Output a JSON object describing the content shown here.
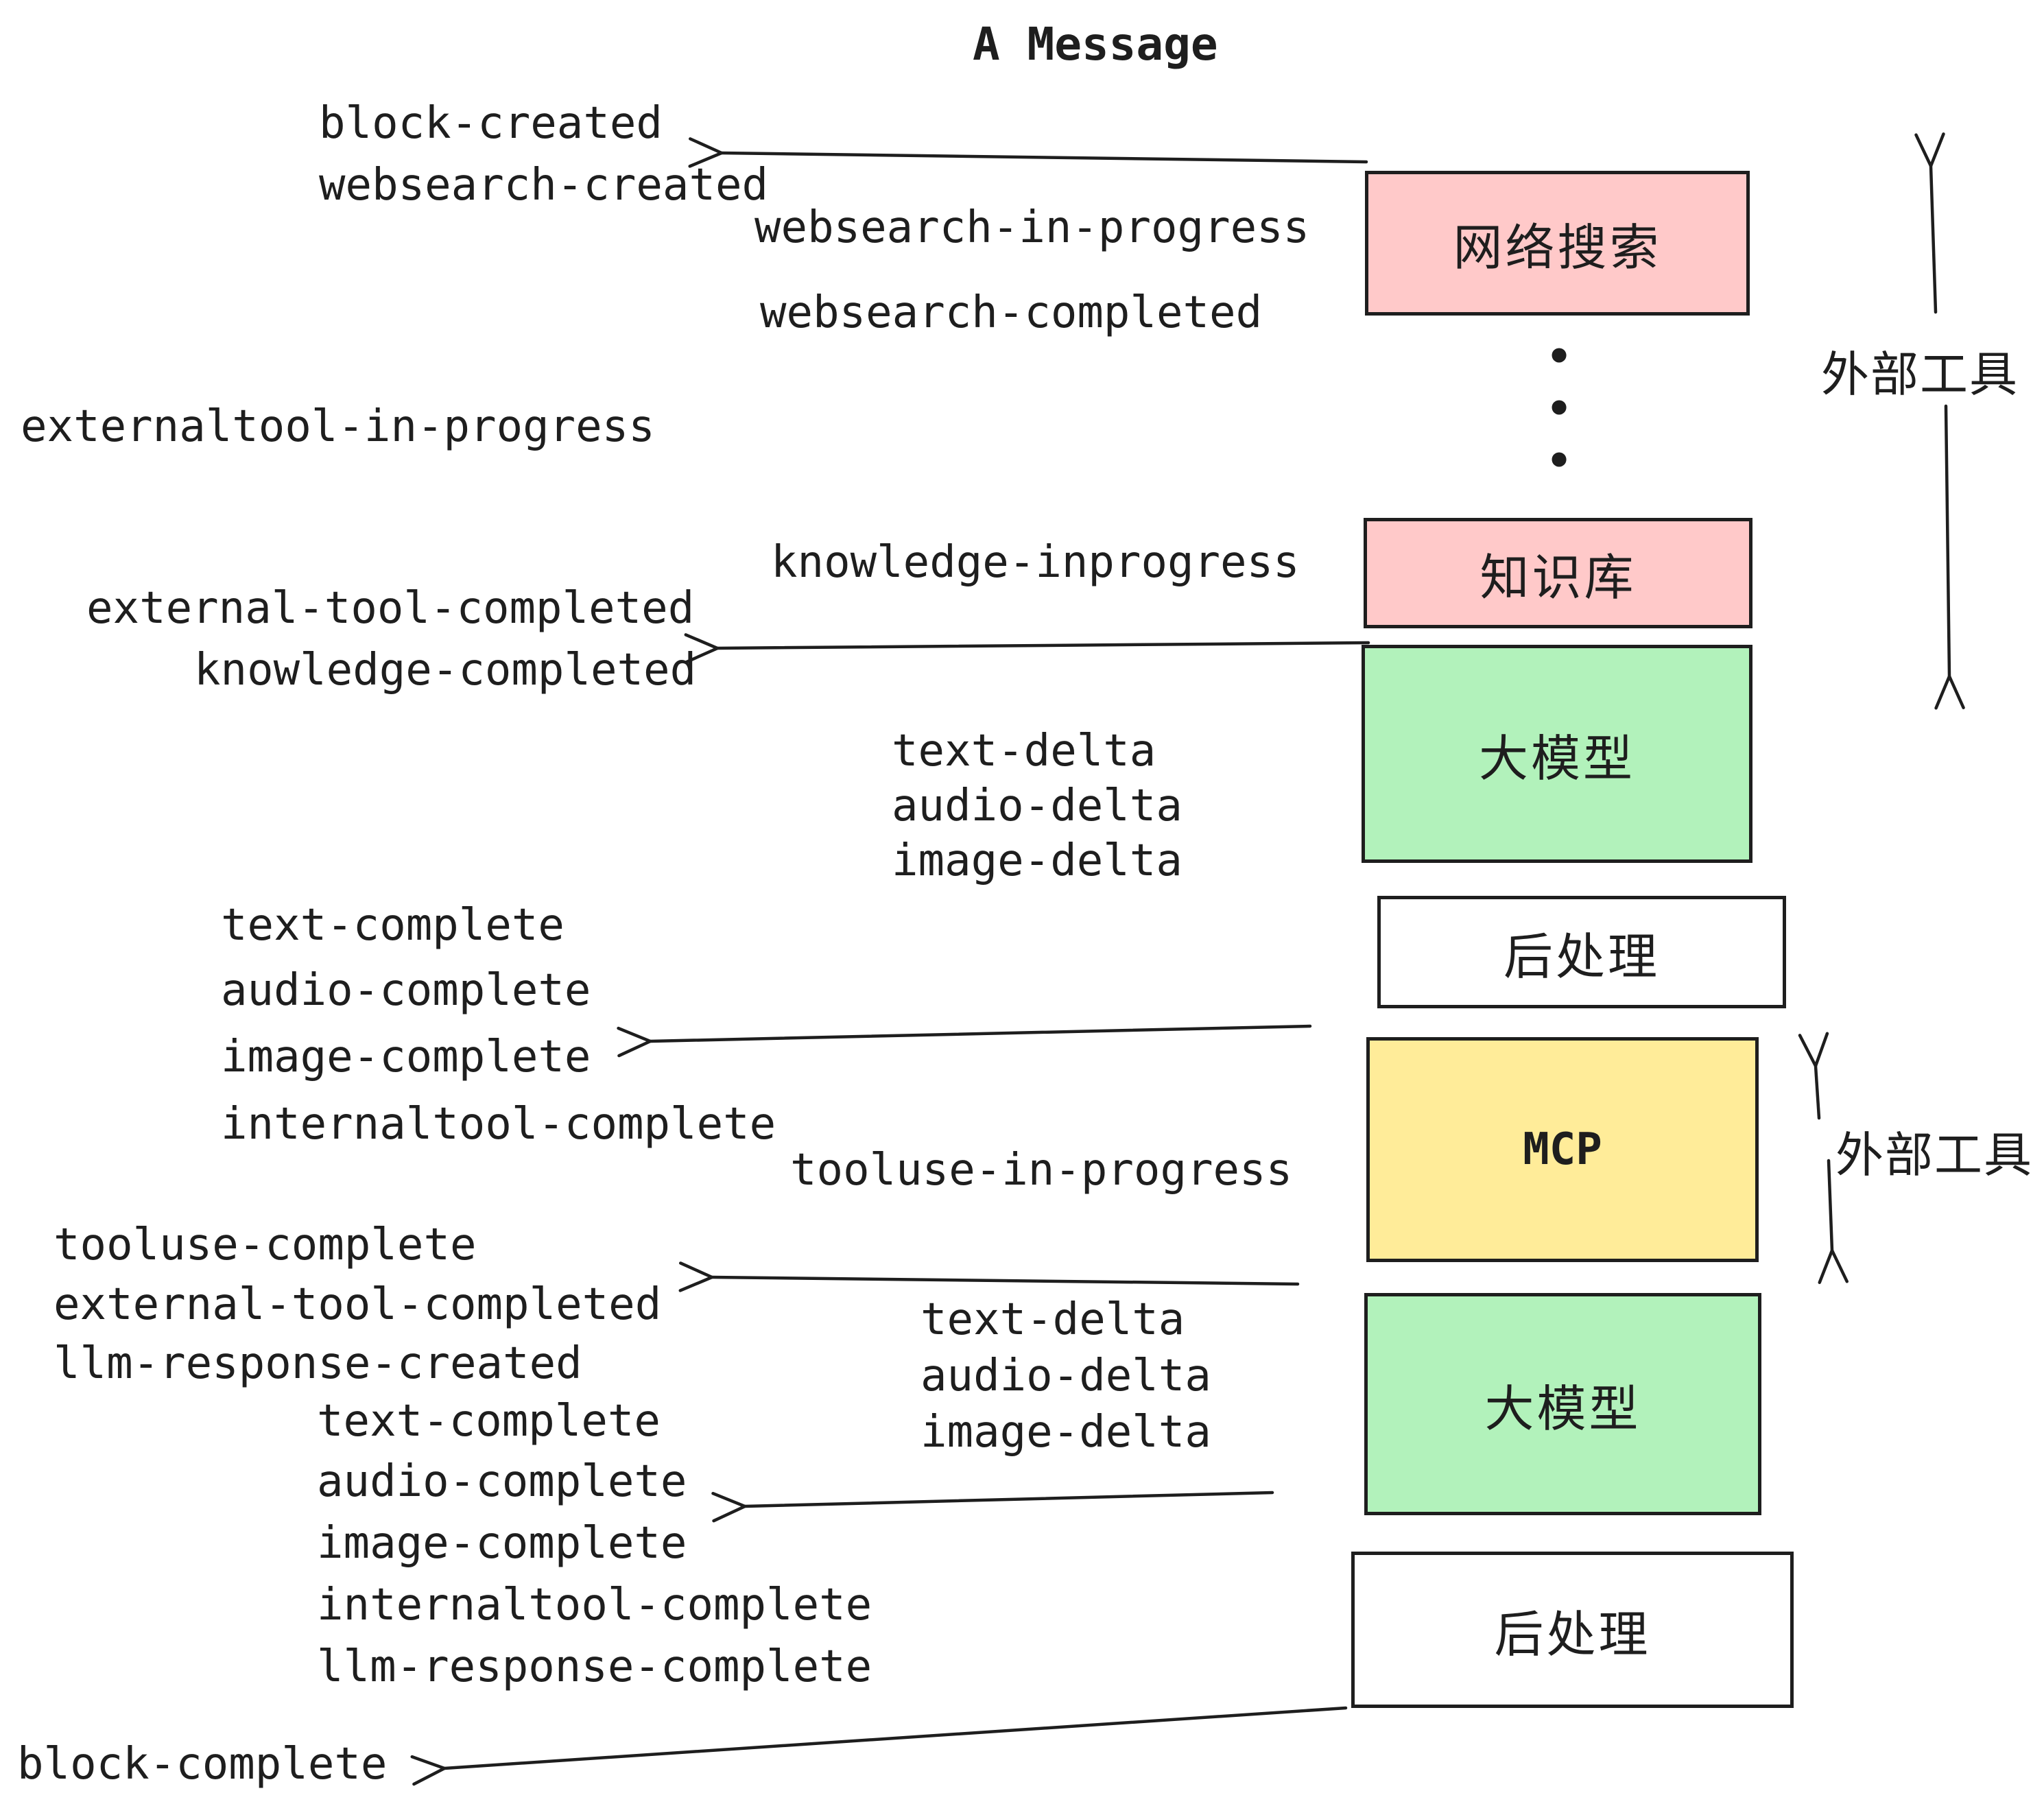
{
  "title": "A Message",
  "colors": {
    "ink": "#1e1e1e",
    "pink": "#ffc9c9",
    "green": "#b2f2bb",
    "yellow": "#ffec99",
    "white": "#ffffff",
    "background": "#ffffff"
  },
  "events": [
    {
      "id": "block-created",
      "text": "block-created"
    },
    {
      "id": "websearch-created",
      "text": "websearch-created"
    },
    {
      "id": "websearch-in-progress",
      "text": "websearch-in-progress"
    },
    {
      "id": "websearch-completed",
      "text": "websearch-completed"
    },
    {
      "id": "externaltool-in-progress",
      "text": "externaltool-in-progress"
    },
    {
      "id": "knowledge-inprogress",
      "text": "knowledge-inprogress"
    },
    {
      "id": "external-tool-completed-1",
      "text": "external-tool-completed"
    },
    {
      "id": "knowledge-completed",
      "text": "knowledge-completed"
    },
    {
      "id": "text-delta-1",
      "text": "text-delta"
    },
    {
      "id": "audio-delta-1",
      "text": "audio-delta"
    },
    {
      "id": "image-delta-1",
      "text": "image-delta"
    },
    {
      "id": "text-complete-1",
      "text": "text-complete"
    },
    {
      "id": "audio-complete-1",
      "text": "audio-complete"
    },
    {
      "id": "image-complete-1",
      "text": "image-complete"
    },
    {
      "id": "internaltool-complete-1",
      "text": "internaltool-complete"
    },
    {
      "id": "tooluse-in-progress",
      "text": "tooluse-in-progress"
    },
    {
      "id": "tooluse-complete",
      "text": "tooluse-complete"
    },
    {
      "id": "external-tool-completed-2",
      "text": "external-tool-completed"
    },
    {
      "id": "llm-response-created",
      "text": "llm-response-created"
    },
    {
      "id": "text-delta-2",
      "text": "text-delta"
    },
    {
      "id": "audio-delta-2",
      "text": "audio-delta"
    },
    {
      "id": "image-delta-2",
      "text": "image-delta"
    },
    {
      "id": "text-complete-2",
      "text": "text-complete"
    },
    {
      "id": "audio-complete-2",
      "text": "audio-complete"
    },
    {
      "id": "image-complete-2",
      "text": "image-complete"
    },
    {
      "id": "internaltool-complete-2",
      "text": "internaltool-complete"
    },
    {
      "id": "llm-response-complete",
      "text": "llm-response-complete"
    },
    {
      "id": "block-complete",
      "text": "block-complete"
    }
  ],
  "boxes": [
    {
      "id": "websearch",
      "label": "网络搜索",
      "fill": "pink"
    },
    {
      "id": "knowledge",
      "label": "知识库",
      "fill": "pink"
    },
    {
      "id": "llm-1",
      "label": "大模型",
      "fill": "green"
    },
    {
      "id": "postprocess-1",
      "label": "后处理",
      "fill": "white"
    },
    {
      "id": "mcp",
      "label": "MCP",
      "fill": "yellow"
    },
    {
      "id": "llm-2",
      "label": "大模型",
      "fill": "green"
    },
    {
      "id": "postprocess-2",
      "label": "后处理",
      "fill": "white"
    }
  ],
  "side_annotations": [
    {
      "id": "external-tools-1",
      "label": "外部工具"
    },
    {
      "id": "external-tools-2",
      "label": "外部工具"
    }
  ],
  "ellipsis_dots": "•\n•\n•"
}
